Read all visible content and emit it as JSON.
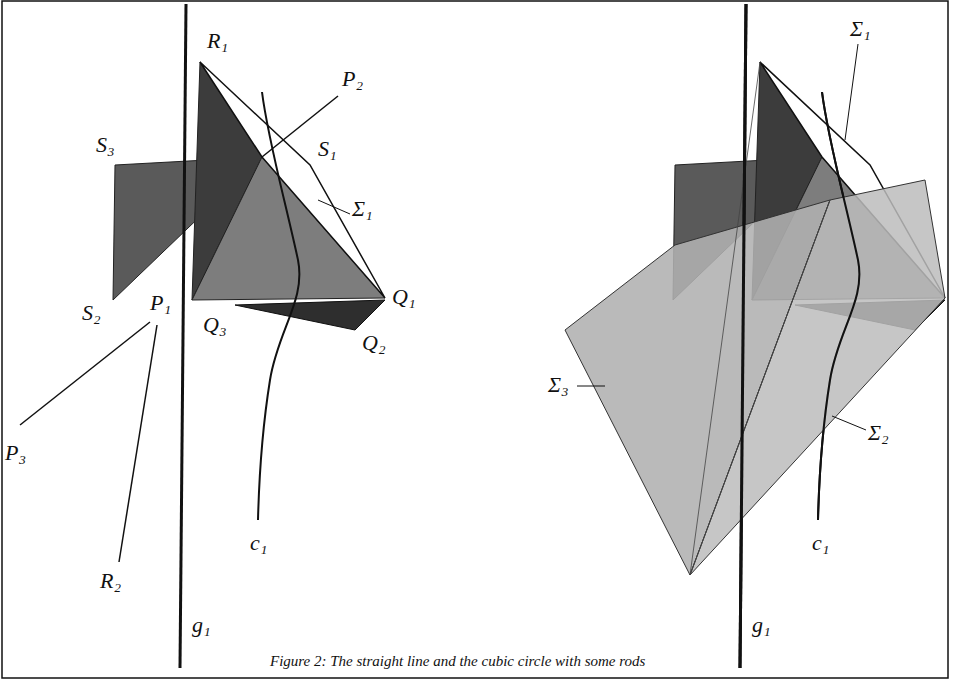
{
  "diagram": {
    "caption": "Figure 2: The straight line and the cubic circle with some rods",
    "labels": [
      "R₁",
      "P₂",
      "S₃",
      "S₁",
      "Σ₁",
      "S₂",
      "P₁",
      "Q₁",
      "Q₃",
      "Q₂",
      "P₃",
      "R₂",
      "c₁",
      "g₁",
      "Σ₁",
      "Σ₃",
      "Σ₂",
      "c₁",
      "g₁"
    ]
  }
}
